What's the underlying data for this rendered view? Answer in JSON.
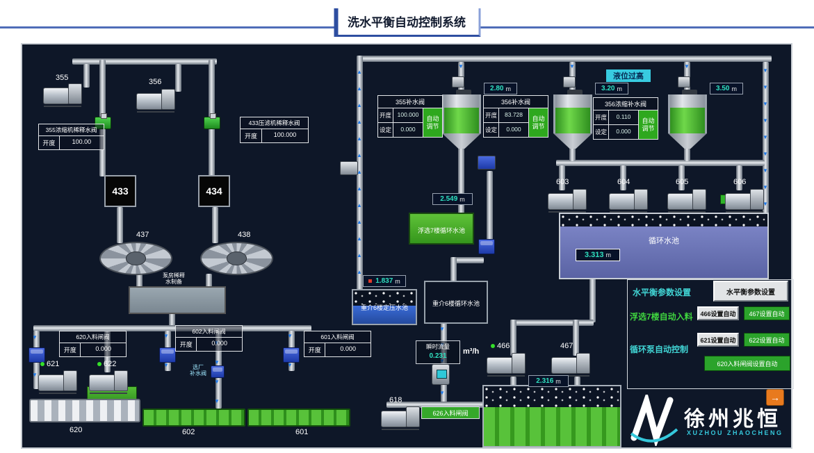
{
  "title": "洗水平衡自动控制系统",
  "alarm": "液位过高",
  "colors": {
    "accent_cyan": "#38cbe0",
    "accent_green": "#2ba32b",
    "pipe_arrow_blue": "#1e78e8",
    "title_blue": "#2e4ea0",
    "pool_fill": "#6a73b4"
  },
  "icons": {
    "flow_up": "▲",
    "flow_down": "▼",
    "nav_arrow": "→"
  },
  "equipment": {
    "e355": "355",
    "e356": "356",
    "e433": "433",
    "e434": "434",
    "e437": "437",
    "e438": "438",
    "e603": "603",
    "e604": "604",
    "e605": "605",
    "e606": "606",
    "e621": "621",
    "e622": "622",
    "e620": "620",
    "e602": "602",
    "e601": "601",
    "e618": "618",
    "e466": "466",
    "e467": "467"
  },
  "dilution_boxes": {
    "b355": {
      "header": "355浓缩机稀释水阀",
      "label": "开度",
      "value": "100.00"
    },
    "b433": {
      "header": "433压滤机稀释水阀",
      "label": "开度",
      "value": "100.000"
    }
  },
  "gate_boxes": {
    "g620": {
      "header": "620入料闸阀",
      "label": "开度",
      "value": "0.000"
    },
    "g602": {
      "header": "602入料闸阀",
      "label": "开度",
      "value": "0.000"
    },
    "g601": {
      "header": "601入料闸阀",
      "label": "开度",
      "value": "0.000"
    }
  },
  "valve_panels": {
    "vp355": {
      "header": "355补水阀",
      "row1_label": "开度",
      "row1_value": "100.000",
      "row2_label": "设定",
      "row2_value": "0.000",
      "btn1": "自动",
      "btn2": "调节"
    },
    "vp356": {
      "header": "356补水阀",
      "row1_label": "开度",
      "row1_value": "83.728",
      "row2_label": "设定",
      "row2_value": "0.000",
      "btn1": "自动",
      "btn2": "调节"
    },
    "vp356n": {
      "header": "356浓缩补水阀",
      "row1_label": "开度",
      "row1_value": "0.110",
      "row2_label": "设定",
      "row2_value": "0.000",
      "btn1": "自动",
      "btn2": "调节"
    }
  },
  "levels": {
    "hopper1": {
      "value": "2.80",
      "unit": "m"
    },
    "hopper2": {
      "value": "3.20",
      "unit": "m"
    },
    "hopper3": {
      "value": "3.50",
      "unit": "m"
    },
    "flot7": {
      "value": "2.549",
      "unit": "m"
    },
    "dm6_head": {
      "value": "1.837",
      "unit": "m"
    },
    "circ_pool": {
      "value": "3.313",
      "unit": "m"
    },
    "feed_sump": {
      "value": "2.316",
      "unit": "m"
    }
  },
  "tanks": {
    "flot7_label": "浮选7楼循环水池",
    "dm6_head_label": "重介6楼定压水池",
    "dm6_circ_label": "重介6楼循环水池",
    "circ_pool_label": "循环水池"
  },
  "flow_meter": {
    "label": "瞬时流量",
    "value": "0.231",
    "unit": "m³/h"
  },
  "gate626_label": "626入料闸阀",
  "pump_room": {
    "line1": "泵房稀释",
    "line2": "水制备"
  },
  "small_valve": {
    "line1": "选厂",
    "line2": "补水阀"
  },
  "right_panel": {
    "section1_label": "水平衡参数设置",
    "section1_button": "水平衡参数设置",
    "section2_label": "浮选7楼自动入料",
    "btn_466": "466设置自动",
    "btn_467": "467设置自动",
    "section3_label": "循环泵自动控制",
    "btn_621": "621设置自动",
    "btn_622": "622设置自动",
    "btn_620": "620入料闸阀设置自动"
  },
  "logo": {
    "name": "徐州兆恒",
    "sub": "XUZHOU ZHAOCHENG"
  }
}
